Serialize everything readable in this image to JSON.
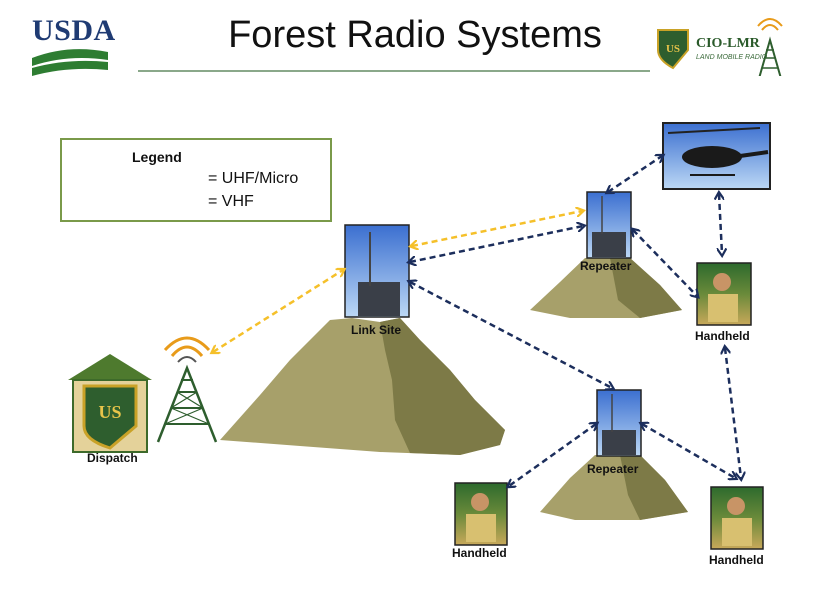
{
  "header": {
    "title": "Forest Radio Systems",
    "agency_logo": "USDA",
    "program_logo": "CIO-LMR",
    "program_sub": "LAND MOBILE RADIO"
  },
  "legend": {
    "title": "Legend",
    "items": [
      {
        "label": "= UHF/Micro",
        "color": "#f5c02a",
        "style": "dashed-orange"
      },
      {
        "label": "= VHF",
        "color": "#1c2e5c",
        "style": "dashed-navy"
      }
    ]
  },
  "nodes": {
    "link_site": "Link Site",
    "repeater_top": "Repeater",
    "repeater_bottom": "Repeater",
    "dispatch": "Dispatch",
    "handheld_right_upper": "Handheld",
    "handheld_bottom_left": "Handheld",
    "handheld_bottom_right": "Handheld"
  },
  "colors": {
    "mountain_light": "#a7a06a",
    "mountain_dark": "#7d7a47",
    "uhf": "#f5c02a",
    "vhf": "#1c2e5c"
  }
}
